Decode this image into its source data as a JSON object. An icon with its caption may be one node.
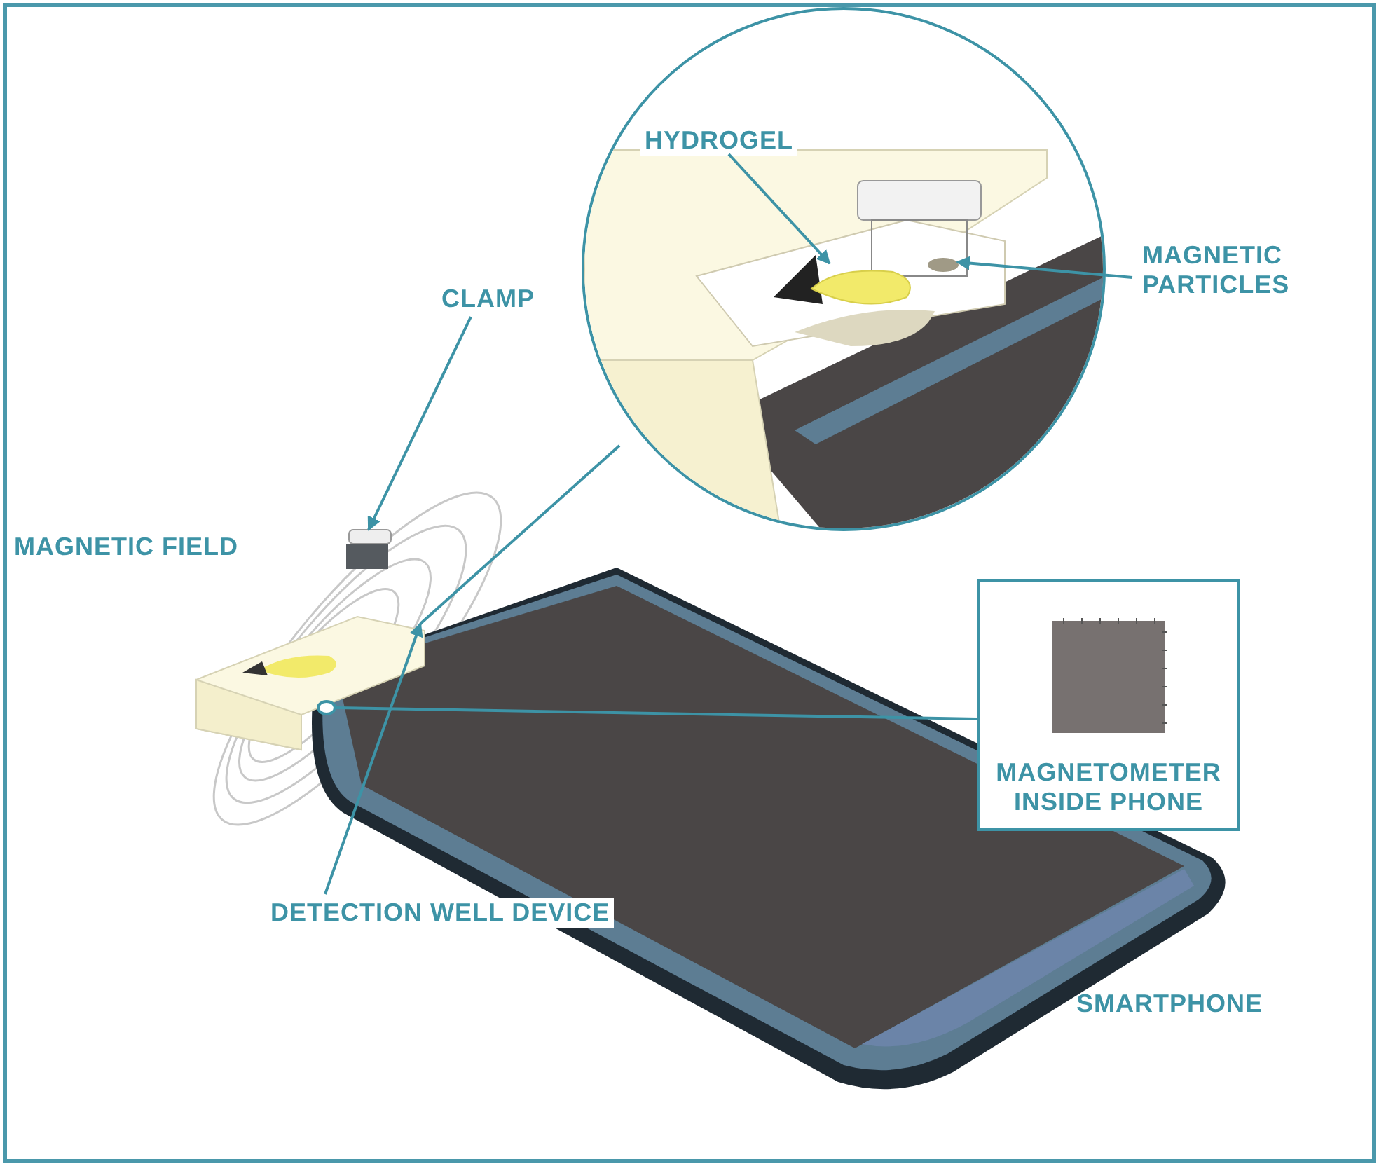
{
  "diagram": {
    "nodes": [
      {
        "text": [
          "CLAMP"
        ]
      },
      {
        "text": [],
        "shape": "box"
      },
      {
        "text": [],
        "shape": "circle"
      },
      {
        "text": [
          "HYDROGEL"
        ],
        "in": 2
      },
      {
        "text": [],
        "shape": "picture",
        "in": 2
      },
      {
        "text": [
          "MAGNETIC PARTICLES"
        ]
      },
      {
        "text": [],
        "shape": "circle",
        "in": 2
      },
      {
        "text": [
          "DETECTION WELL DEVICE"
        ]
      },
      {
        "text": [],
        "shape": "picture"
      },
      {
        "text": [
          "MAGNETOMETER INSIDE PHONE"
        ]
      },
      {
        "text": [],
        "shape": "circle"
      }
    ],
    "edges": [
      {
        "from": 0,
        "to": 1,
        "arrow": "to"
      },
      {
        "from": 3,
        "to": 4,
        "arrow": "to"
      },
      {
        "from": 5,
        "to": 6,
        "arrow": "to"
      },
      {
        "from": 7,
        "to": 8,
        "arrow": "to"
      },
      {
        "from": 9,
        "to": 10,
        "arrow": "none"
      },
      {
        "from": 2,
        "to": 8,
        "arrow": "none"
      }
    ],
    "labels": [
      "MAGNETIC FIELD",
      "SMARTPHONE"
    ]
  }
}
